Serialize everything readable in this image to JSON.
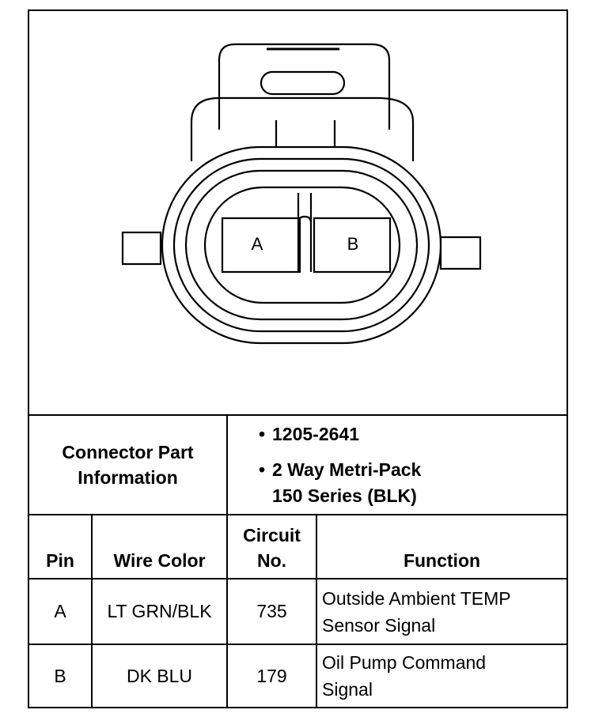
{
  "diagram": {
    "pin_a": "A",
    "pin_b": "B"
  },
  "info": {
    "label_line1": "Connector Part",
    "label_line2": "Information",
    "bullet": "•",
    "part_number": "1205-2641",
    "description_line1": "2 Way Metri-Pack",
    "description_line2": "150 Series (BLK)"
  },
  "table": {
    "headers": {
      "pin": "Pin",
      "wire_color": "Wire Color",
      "circuit_line1": "Circuit",
      "circuit_line2": "No.",
      "function": "Function"
    },
    "rows": [
      {
        "pin": "A",
        "wire_color": "LT GRN/BLK",
        "circuit": "735",
        "function_line1": "Outside Ambient TEMP",
        "function_line2": "Sensor Signal"
      },
      {
        "pin": "B",
        "wire_color": "DK BLU",
        "circuit": "179",
        "function_line1": "Oil Pump Command",
        "function_line2": "Signal"
      }
    ]
  }
}
